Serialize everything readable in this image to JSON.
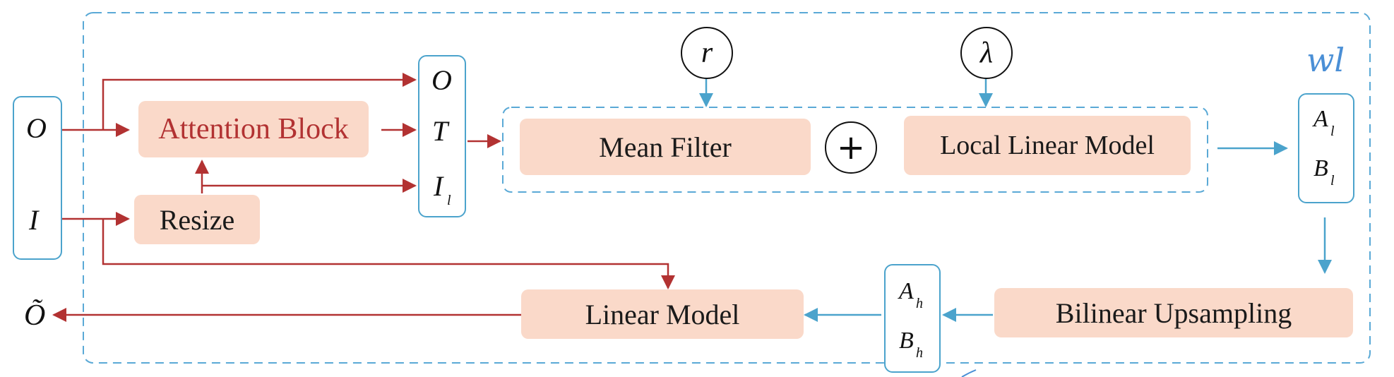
{
  "diagram": {
    "inputs": {
      "o": "O",
      "i": "I"
    },
    "output": {
      "o_tilde": "Õ"
    },
    "blocks": {
      "attention": "Attention Block",
      "resize": "Resize",
      "mean_filter": "Mean Filter",
      "local_linear": "Local Linear Model",
      "bilinear": "Bilinear Upsampling",
      "linear_model": "Linear Model"
    },
    "stack_o_t_il": {
      "o": "O",
      "t": "T",
      "i": "I",
      "i_sub": "l"
    },
    "stack_al_bl": {
      "a": "A",
      "a_sub": "l",
      "b": "B",
      "b_sub": "l"
    },
    "stack_ah_bh": {
      "a": "A",
      "a_sub": "h",
      "b": "B",
      "b_sub": "h"
    },
    "params": {
      "r": "r",
      "lambda": "λ",
      "plus": "+"
    },
    "handwritten": "wl",
    "colors": {
      "red_arrow": "#b23232",
      "blue_arrow": "#4ba3cc",
      "block_fill": "#fad9c9",
      "dashed": "#5aa9d6"
    }
  }
}
